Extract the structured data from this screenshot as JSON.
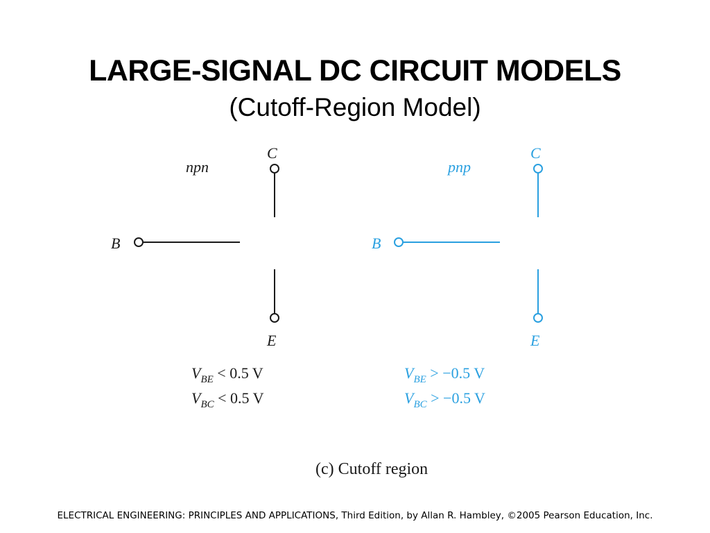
{
  "slide": {
    "title": "LARGE-SIGNAL DC CIRCUIT MODELS",
    "subtitle": "(Cutoff-Region Model)",
    "caption": "(c) Cutoff region",
    "footer": "ELECTRICAL ENGINEERING: PRINCIPLES AND APPLICATIONS, Third Edition, by Allan R. Hambley, ©2005 Pearson Education, Inc."
  },
  "colors": {
    "npn": "#1a1a1a",
    "pnp": "#2aa0e0"
  },
  "npn": {
    "type_label": "npn",
    "collector": "C",
    "base": "B",
    "emitter": "E",
    "cond1": {
      "v": "V",
      "sub": "BE",
      "rest": " < 0.5 V"
    },
    "cond2": {
      "v": "V",
      "sub": "BC",
      "rest": " < 0.5 V"
    }
  },
  "pnp": {
    "type_label": "pnp",
    "collector": "C",
    "base": "B",
    "emitter": "E",
    "cond1": {
      "v": "V",
      "sub": "BE",
      "rest": " > −0.5 V"
    },
    "cond2": {
      "v": "V",
      "sub": "BC",
      "rest": " > −0.5 V"
    }
  }
}
